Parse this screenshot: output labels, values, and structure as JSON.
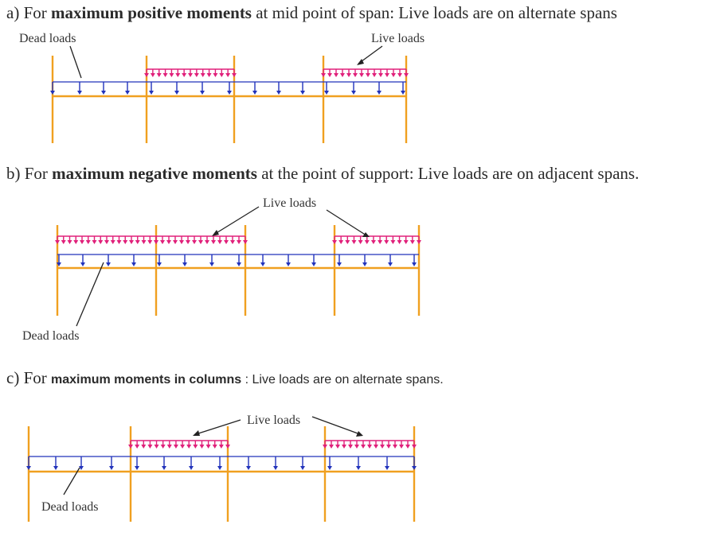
{
  "heading_a": {
    "prefix": "a) For ",
    "bold": "maximum positive moments",
    "suffix": " at mid point of span: Live loads are on alternate spans"
  },
  "heading_b": {
    "prefix": "b) For ",
    "bold": "maximum negative moments",
    "suffix": " at the point of support: Live loads are on adjacent spans."
  },
  "heading_c": {
    "prefix": "c) For ",
    "bold": "maximum moments in columns",
    "suffix": " : Live loads are on alternate spans."
  },
  "labels": {
    "dead_loads": "Dead loads",
    "live_loads": "Live loads"
  },
  "colors": {
    "column": "#f0a020",
    "beam": "#f0a020",
    "dead_load": "#2233bb",
    "live_load": "#e0207a",
    "arrow": "#222222"
  },
  "diagrams": [
    {
      "id": "a",
      "live_spans": [
        2,
        4
      ]
    },
    {
      "id": "b",
      "live_spans": [
        1,
        2,
        4
      ]
    },
    {
      "id": "c",
      "live_spans": [
        2,
        4
      ]
    }
  ]
}
